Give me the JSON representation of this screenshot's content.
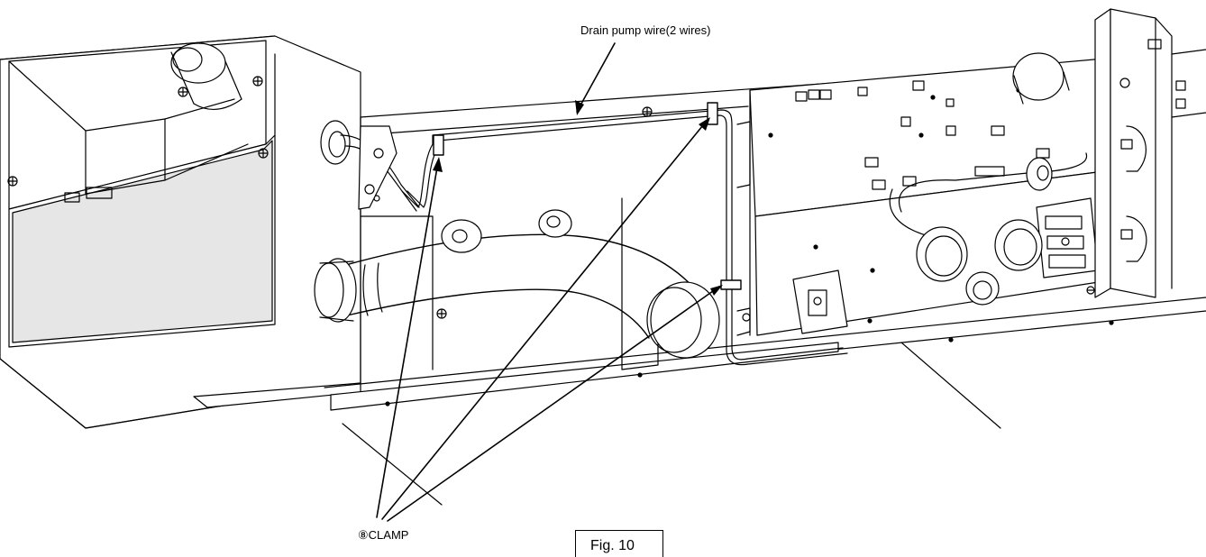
{
  "labels": {
    "drain_pump_wire": "Drain pump wire(2 wires)",
    "clamp": "⑧CLAMP",
    "figure": "Fig. 10"
  },
  "colors": {
    "line": "#000000",
    "background": "#ffffff",
    "shade": "#d9d9d9"
  }
}
